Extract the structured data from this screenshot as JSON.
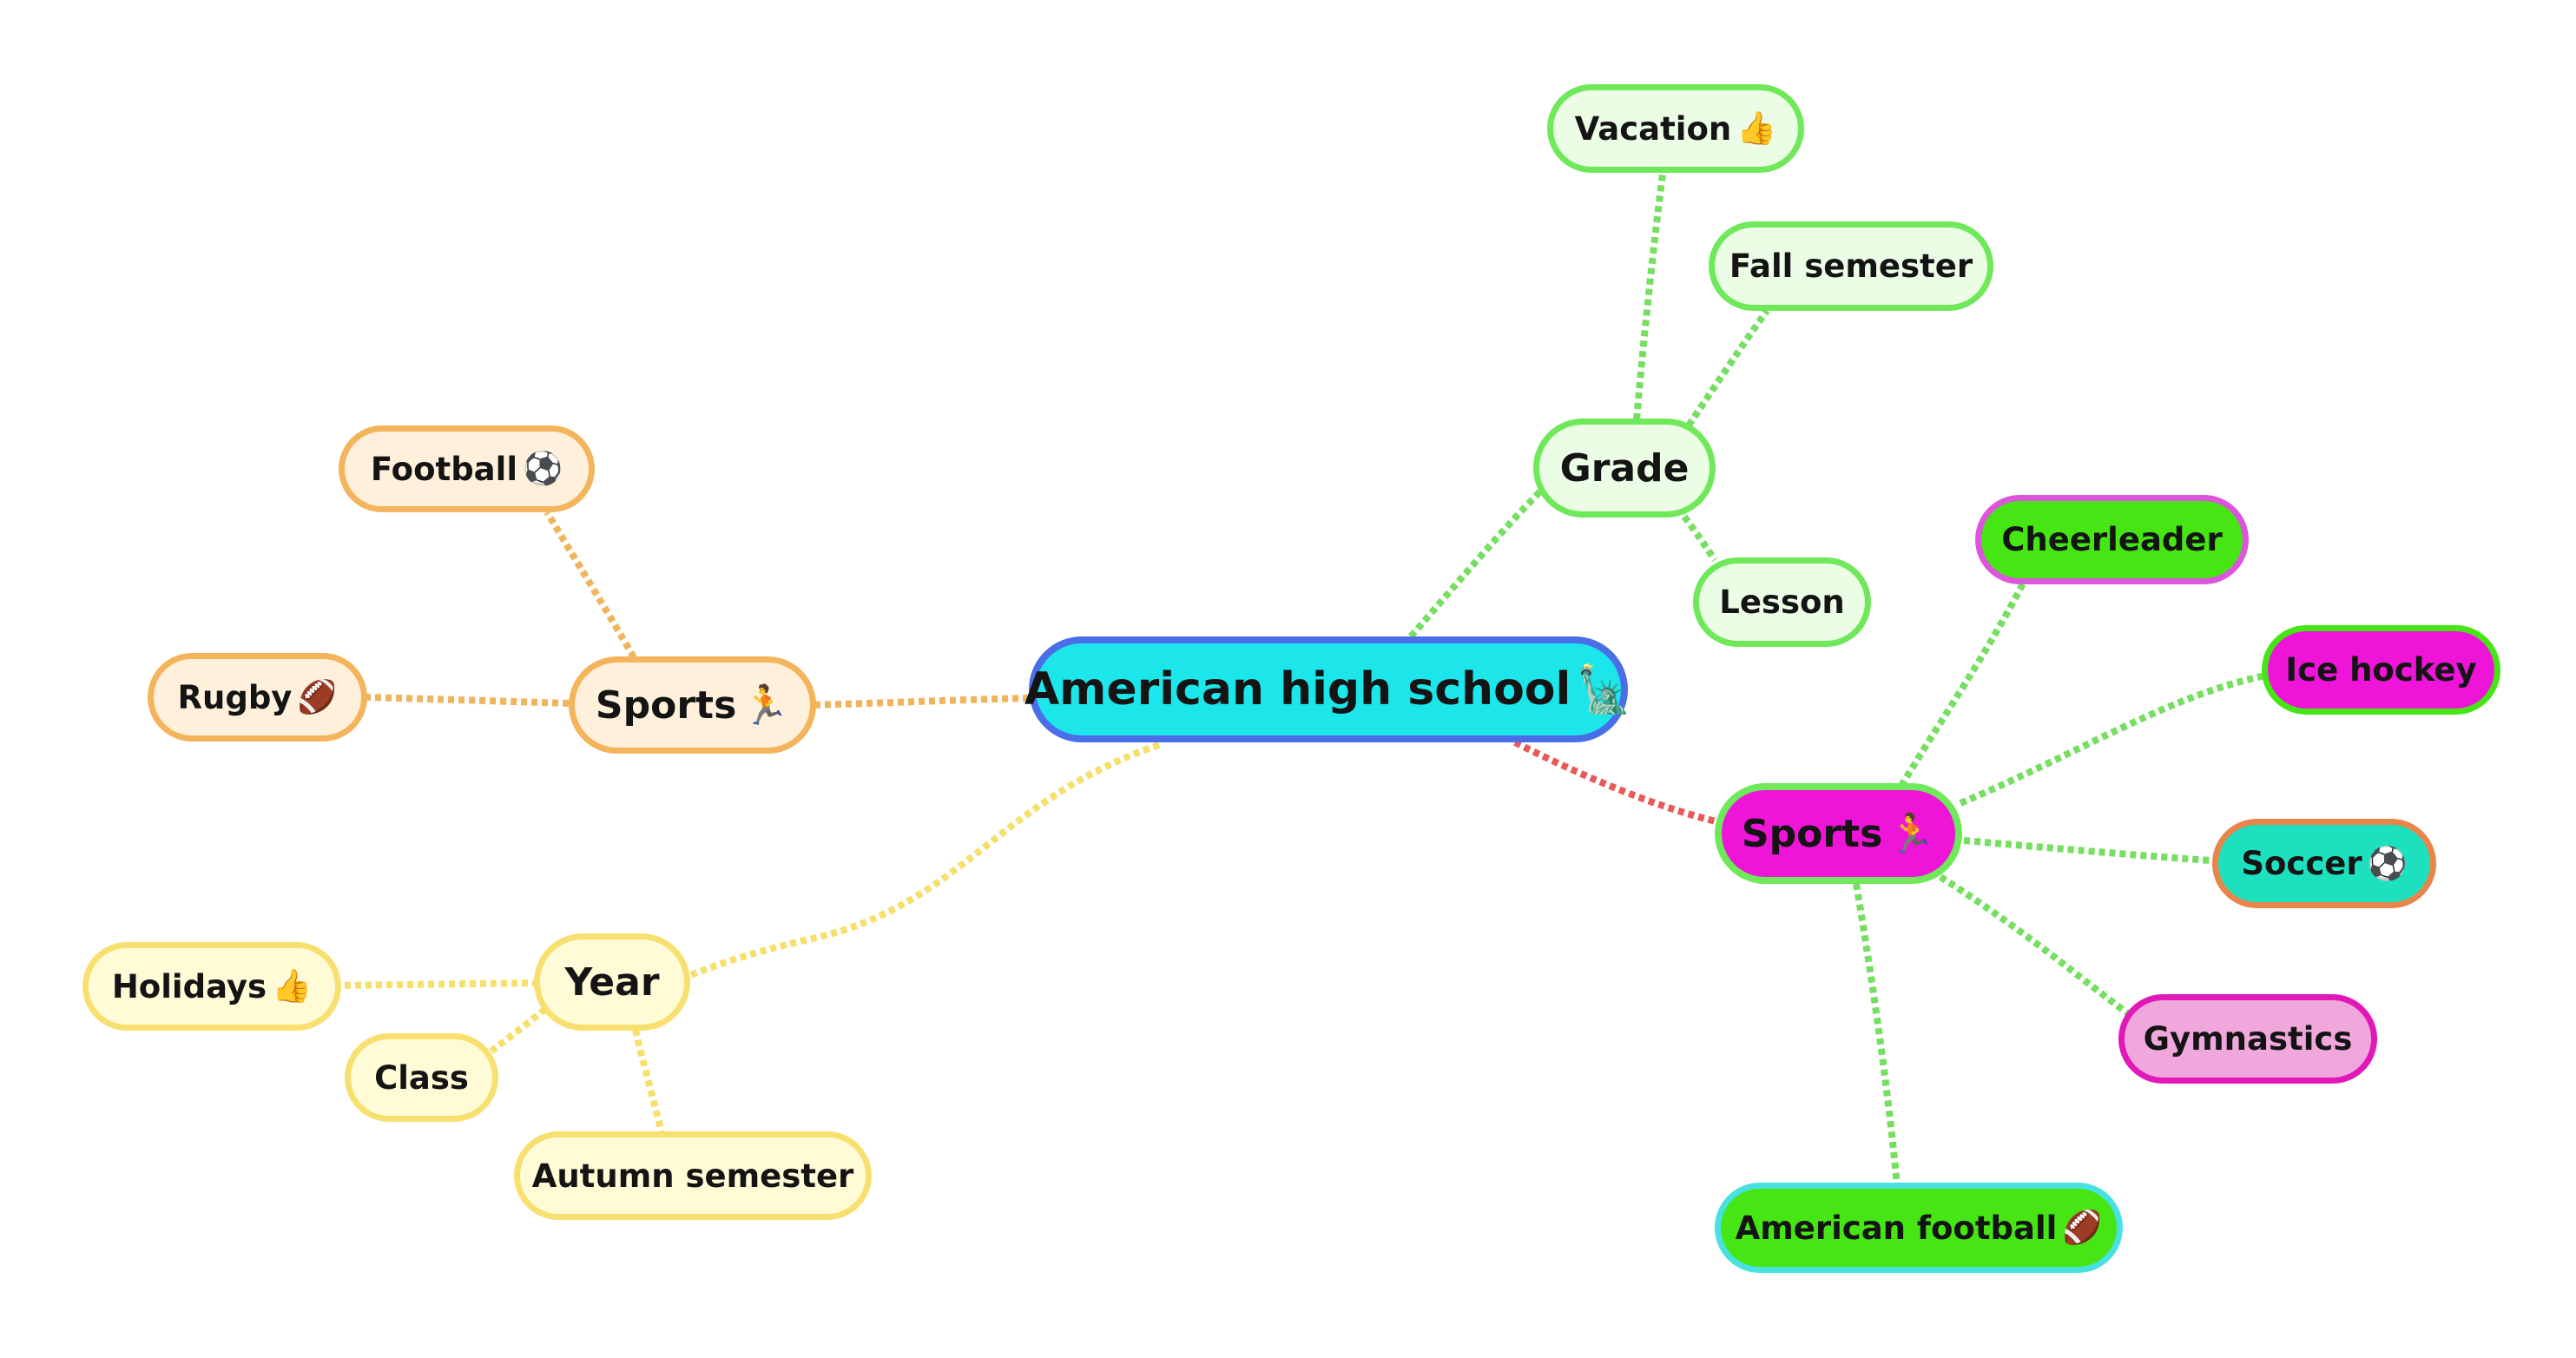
{
  "root": {
    "label": "American high school",
    "icon": "statue-of-liberty-icon",
    "glyph": "🗽"
  },
  "left_sports": {
    "label": "Sports",
    "icon": "runner-icon",
    "glyph": "🏃"
  },
  "football": {
    "label": "Football",
    "icon": "soccer-ball-icon",
    "glyph": "⚽"
  },
  "rugby": {
    "label": "Rugby",
    "icon": "rugby-ball-icon",
    "glyph": "🏈"
  },
  "year": {
    "label": "Year"
  },
  "holidays": {
    "label": "Holidays",
    "icon": "thumbs-up-icon",
    "glyph": "👍"
  },
  "class_node": {
    "label": "Class"
  },
  "autumn": {
    "label": "Autumn semester"
  },
  "grade": {
    "label": "Grade"
  },
  "vacation": {
    "label": "Vacation",
    "icon": "thumbs-up-icon",
    "glyph": "👍"
  },
  "fall": {
    "label": "Fall semester"
  },
  "lesson": {
    "label": "Lesson"
  },
  "right_sports": {
    "label": "Sports",
    "icon": "runner-icon",
    "glyph": "🏃"
  },
  "cheer": {
    "label": "Cheerleader"
  },
  "hockey": {
    "label": "Ice hockey"
  },
  "soccer": {
    "label": "Soccer",
    "icon": "soccer-ball-icon",
    "glyph": "⚽"
  },
  "gymnastics": {
    "label": "Gymnastics"
  },
  "amfootball": {
    "label": "American football",
    "icon": "american-football-icon",
    "glyph": "🏈"
  },
  "colors": {
    "root_fill": "#1de6ea",
    "root_border": "#4a6ee8",
    "orange_fill": "#fff0dc",
    "orange_border": "#f4b45c",
    "orange_line": "#f0b45c",
    "yellow_fill": "#fffbd6",
    "yellow_border": "#f8e070",
    "yellow_line": "#f6df6a",
    "green_fill": "#ecfde6",
    "green_border": "#6fe85a",
    "green_line": "#76de60",
    "magenta": "#ee14d8",
    "bright_green": "#46e614",
    "teal": "#1de0bf",
    "pink_fill": "#f0a8dc",
    "red_line": "#e85a5a"
  }
}
